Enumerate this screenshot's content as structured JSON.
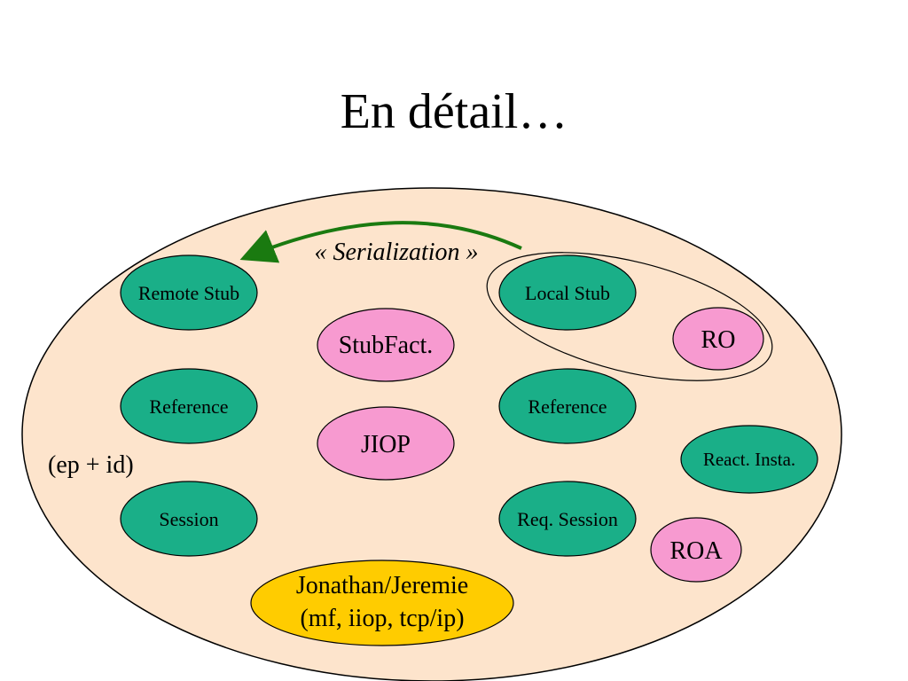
{
  "slide": {
    "title": "En détail…"
  },
  "diagram": {
    "colors": {
      "background_blob": "#fde4cc",
      "teal": "#1aaf88",
      "pink": "#f79ad0",
      "yellow": "#ffcc00",
      "arrow": "#1a7a10",
      "stroke": "#000000"
    },
    "arrow_label": "« Serialization »",
    "side_label": "(ep + id)",
    "nodes": {
      "remote_stub": "Remote Stub",
      "reference_left": "Reference",
      "session": "Session",
      "stubfact": "StubFact.",
      "jiop": "JIOP",
      "jonathan_line1": "Jonathan/Jeremie",
      "jonathan_line2": "(mf, iiop, tcp/ip)",
      "local_stub": "Local Stub",
      "ro": "RO",
      "reference_right": "Reference",
      "react_insta": "React. Insta.",
      "req_session": "Req. Session",
      "roa": "ROA"
    },
    "node_colors": {
      "remote_stub": "teal",
      "reference_left": "teal",
      "session": "teal",
      "stubfact": "pink",
      "jiop": "pink",
      "jonathan": "yellow",
      "local_stub": "teal",
      "ro": "pink",
      "reference_right": "teal",
      "react_insta": "teal",
      "req_session": "teal",
      "roa": "pink"
    }
  }
}
